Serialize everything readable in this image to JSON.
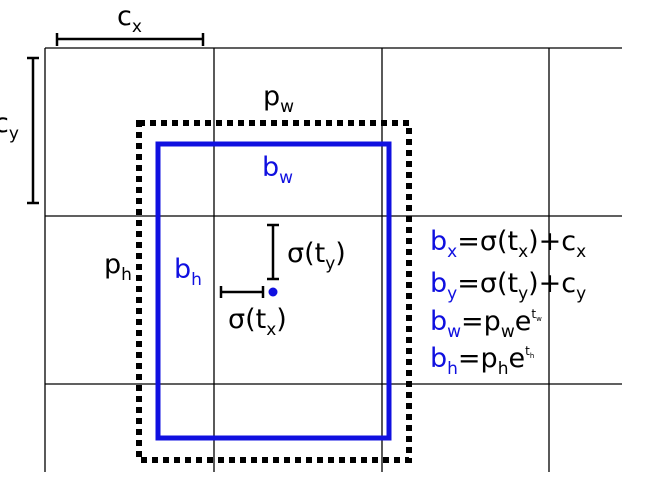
{
  "colors": {
    "grid": "#000000",
    "anchor_box": "#000000",
    "predicted_box": "#1010e0",
    "text": "#000000",
    "accent_text": "#1010e0"
  },
  "labels": {
    "cx": {
      "main": "c",
      "sub": "x"
    },
    "cy": {
      "main": "c",
      "sub": "y"
    },
    "pw": {
      "main": "p",
      "sub": "w"
    },
    "ph": {
      "main": "p",
      "sub": "h"
    },
    "bw": {
      "main": "b",
      "sub": "w"
    },
    "bh": {
      "main": "b",
      "sub": "h"
    },
    "sigma_ty": {
      "pre": "σ(t",
      "sub": "y",
      "post": ")"
    },
    "sigma_tx": {
      "pre": "σ(t",
      "sub": "x",
      "post": ")"
    }
  },
  "equations": [
    {
      "lhs": "b",
      "lhs_sub": "x",
      "eq": "=σ(t",
      "eq_sub": "x",
      "rest": ")+c",
      "rest_sub": "x"
    },
    {
      "lhs": "b",
      "lhs_sub": "y",
      "eq": "=σ(t",
      "eq_sub": "y",
      "rest": ")+c",
      "rest_sub": "y"
    },
    {
      "lhs": "b",
      "lhs_sub": "w",
      "eq": "=p",
      "eq_sub": "w",
      "exp_base": "e",
      "exp": "t",
      "exp_sub": "w"
    },
    {
      "lhs": "b",
      "lhs_sub": "h",
      "eq": "=p",
      "eq_sub": "h",
      "exp_base": "e",
      "exp": "t",
      "exp_sub": "h"
    }
  ]
}
